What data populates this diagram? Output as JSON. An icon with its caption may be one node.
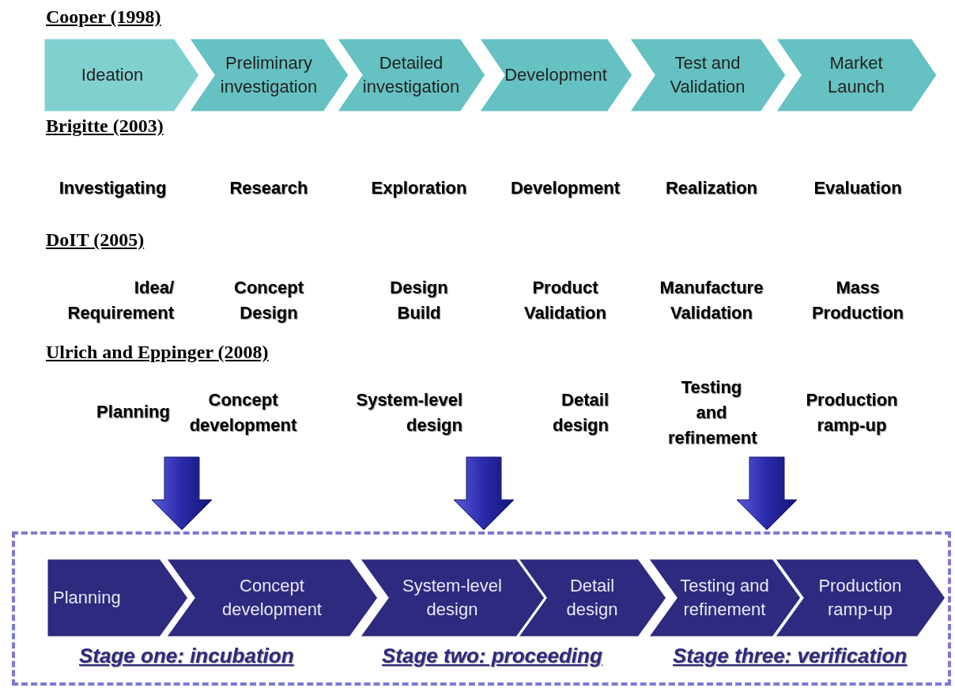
{
  "diagram": {
    "nodes": [
      {
        "text": [
          "Ideation"
        ]
      },
      {
        "text": [
          "Preliminary investigation"
        ]
      },
      {
        "text": [
          "Detailed investigation"
        ]
      },
      {
        "text": [
          "Development"
        ]
      },
      {
        "text": [
          "Test and Validation"
        ]
      },
      {
        "text": [
          "Market Launch"
        ]
      },
      {
        "text": [],
        "shape": "box"
      },
      {
        "text": [
          "Planning"
        ],
        "in": 6
      },
      {
        "text": [
          "Concept development"
        ],
        "in": 6
      },
      {
        "text": [
          "System-level design"
        ],
        "in": 6
      },
      {
        "text": [
          "Detail design"
        ],
        "in": 6
      },
      {
        "text": [
          "Testing and refinement"
        ],
        "in": 6
      },
      {
        "text": [
          "Production ramp-up"
        ],
        "in": 6
      }
    ],
    "edges": [
      {
        "from": null,
        "to": 6,
        "arrow": "to",
        "style": "thick"
      },
      {
        "from": null,
        "to": 6,
        "arrow": "to",
        "style": "thick"
      },
      {
        "from": null,
        "to": 6,
        "arrow": "to",
        "style": "thick"
      }
    ],
    "labels": [
      "Cooper (1998)",
      "Brigitte (2003)",
      "Investigating",
      "Research",
      "Exploration",
      "Development",
      "Realization",
      "Evaluation",
      "DoIT (2005)",
      "Idea/ Requirement",
      "Concept Design",
      "Design Build",
      "Product Validation",
      "Manufacture Validation",
      "Mass Production",
      "Ulrich and Eppinger (2008)",
      "Planning",
      "Concept development",
      "System-level design",
      "Detail design",
      "Testing and refinement",
      "Production ramp-up",
      "Stage one: incubation",
      "Stage two: proceeding",
      "Stage three: verification"
    ]
  }
}
